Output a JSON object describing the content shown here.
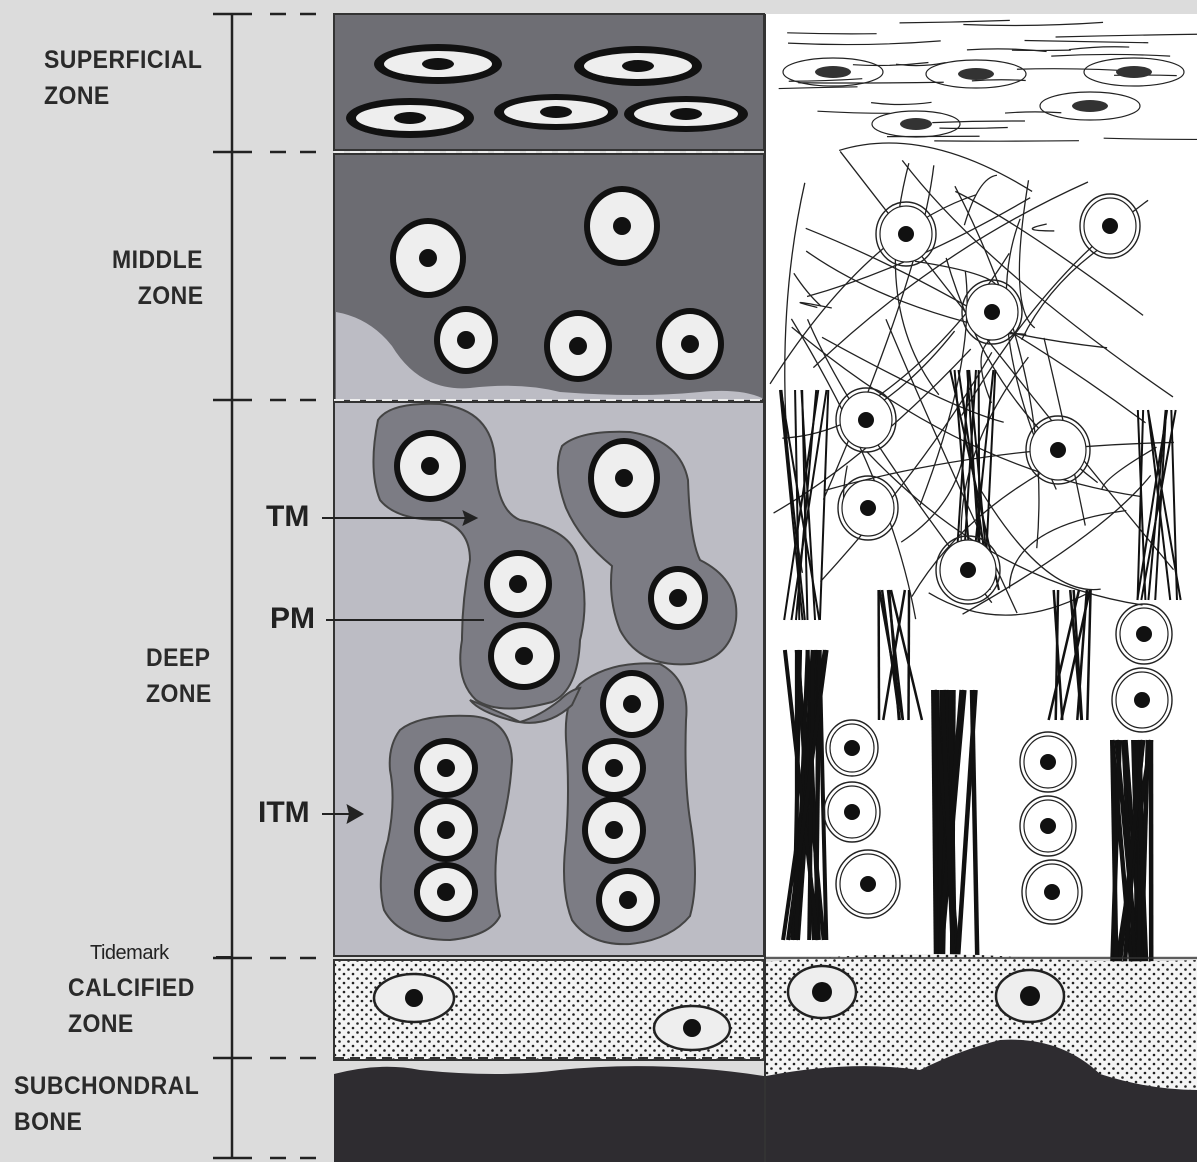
{
  "zones": {
    "superficial": [
      "SUPERFICIAL",
      "ZONE"
    ],
    "middle": [
      "MIDDLE",
      "ZONE"
    ],
    "deep": [
      "DEEP",
      "ZONE"
    ],
    "calcified": [
      "CALCIFIED",
      "ZONE"
    ],
    "subchondral": [
      "SUBCHONDRAL",
      "BONE"
    ]
  },
  "markers": {
    "tm": "TM",
    "pm": "PM",
    "itm": "ITM",
    "tidemark": "Tidemark"
  },
  "colors": {
    "background": "#dcdcdc",
    "superficial_matrix": "#6e6e74",
    "middle_matrix": "#6c6c72",
    "deep_matrix": "#bcbcc4",
    "territorial_matrix": "#7c7c84",
    "cell_ring": "#1a1a1a",
    "cell_lumen": "#eeeeee",
    "bone": "#2e2c30",
    "calcified_dots": "#222222",
    "fiber_panel": "#ffffff"
  }
}
